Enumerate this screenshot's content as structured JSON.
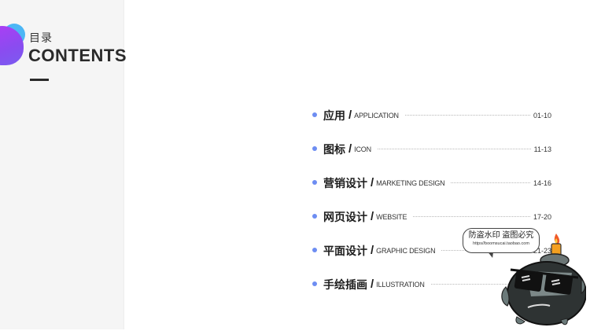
{
  "header": {
    "title_cn": "目录",
    "title_en": "CONTENTS"
  },
  "colors": {
    "bullet": "#6d8df2",
    "blob_blue": "#4cb6f5",
    "blob_purple": "#9b44f2",
    "panel_bg": "#f5f5f5"
  },
  "toc": [
    {
      "cn": "应用",
      "slash": "/",
      "en": "APPLICATION",
      "pages": "01-10"
    },
    {
      "cn": "图标",
      "slash": "/",
      "en": "ICON",
      "pages": "11-13"
    },
    {
      "cn": "营销设计",
      "slash": "/",
      "en": "MARKETING DESIGN",
      "pages": "14-16"
    },
    {
      "cn": "网页设计",
      "slash": "/",
      "en": "WEBSITE",
      "pages": "17-20"
    },
    {
      "cn": "平面设计",
      "slash": "/",
      "en": "GRAPHIC DESIGN",
      "pages": "21-23"
    },
    {
      "cn": "手绘插画",
      "slash": "/",
      "en": "ILLUSTRATION",
      "pages": ""
    }
  ],
  "watermark": {
    "line1": "防盗水印 盗图必究",
    "line2": "https//boomsucai.taobao.com"
  }
}
